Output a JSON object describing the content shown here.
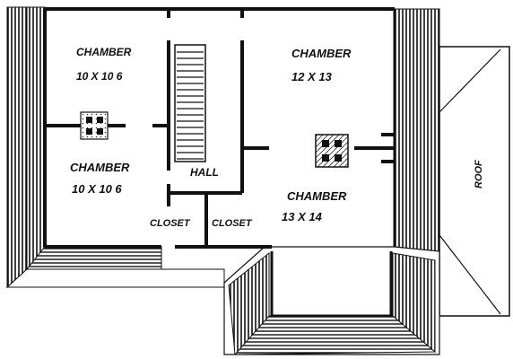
{
  "labels": {
    "chamber_nw": {
      "name": "CHAMBER",
      "size": "10 X 10 6"
    },
    "chamber_ne": {
      "name": "CHAMBER",
      "size": "12 X 13"
    },
    "chamber_w": {
      "name": "CHAMBER",
      "size": "10 X 10 6"
    },
    "chamber_se": {
      "name": "CHAMBER",
      "size": "13 X 14"
    },
    "hall": "HALL",
    "closet_left": "CLOSET",
    "closet_right": "CLOSET",
    "roof": "ROOF"
  },
  "colors": {
    "ink": "#111111",
    "paper": "#ffffff"
  }
}
